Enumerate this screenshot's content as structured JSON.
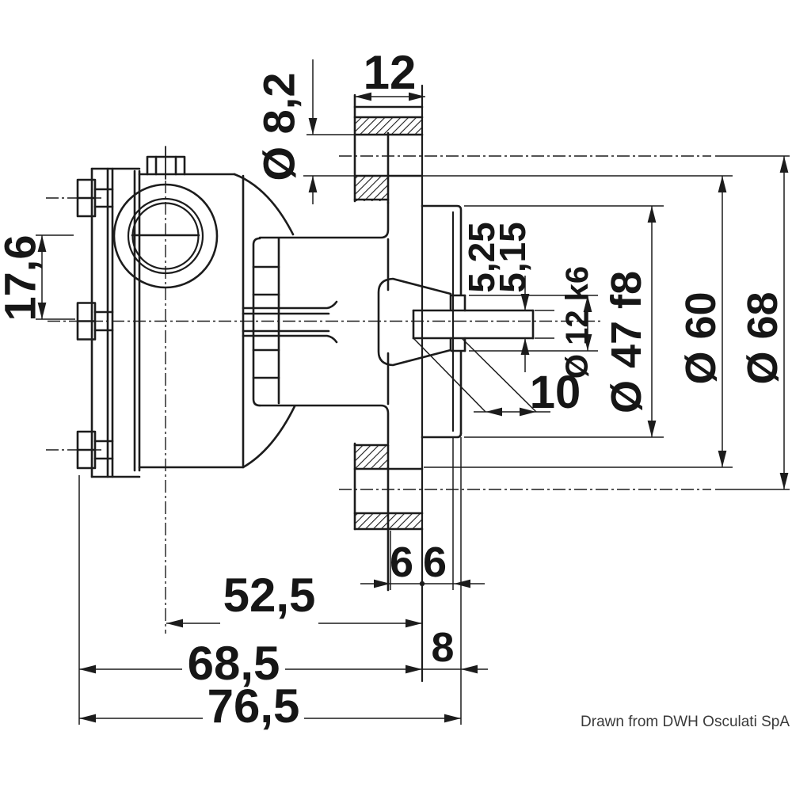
{
  "credit": "Drawn from DWH Osculati SpA",
  "dims": {
    "flange_width": "12",
    "bolt_hole_dia": "Ø 8,2",
    "port_offset": "17,6",
    "keyway_top": "5,25",
    "keyway_bottom": "5,15",
    "shaft_dia": "Ø 12 k6",
    "keyway_length": "10",
    "spigot_dia": "Ø 47 f8",
    "recess_dia": "Ø 60",
    "flange_dia": "Ø 68",
    "web_a": "6",
    "web_b": "6",
    "spigot_depth": "8",
    "center_to_flange": "52,5",
    "body_to_flange": "68,5",
    "overall_length": "76,5"
  }
}
